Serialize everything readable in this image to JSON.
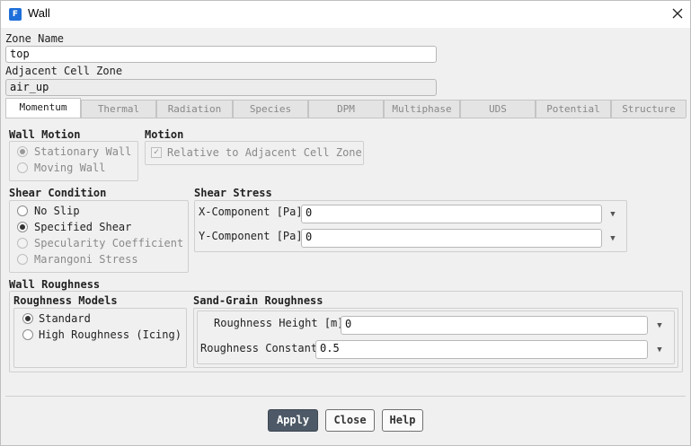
{
  "window": {
    "title": "Wall",
    "app_icon_letter": "F"
  },
  "zone_name": {
    "label": "Zone Name",
    "value": "top"
  },
  "adjacent_cell_zone": {
    "label": "Adjacent Cell Zone",
    "value": "air_up"
  },
  "tabs": [
    {
      "label": "Momentum",
      "active": true
    },
    {
      "label": "Thermal"
    },
    {
      "label": "Radiation"
    },
    {
      "label": "Species"
    },
    {
      "label": "DPM"
    },
    {
      "label": "Multiphase"
    },
    {
      "label": "UDS"
    },
    {
      "label": "Potential"
    },
    {
      "label": "Structure"
    }
  ],
  "wall_motion": {
    "title": "Wall Motion",
    "options": [
      {
        "label": "Stationary Wall",
        "selected": true
      },
      {
        "label": "Moving Wall",
        "selected": false
      }
    ]
  },
  "motion": {
    "title": "Motion",
    "relative_checkbox": {
      "label": "Relative to Adjacent Cell Zone",
      "checked": true
    }
  },
  "shear_condition": {
    "title": "Shear Condition",
    "options": [
      {
        "label": "No Slip",
        "selected": false
      },
      {
        "label": "Specified Shear",
        "selected": true
      },
      {
        "label": "Specularity Coefficient",
        "selected": false
      },
      {
        "label": "Marangoni Stress",
        "selected": false
      }
    ]
  },
  "shear_stress": {
    "title": "Shear Stress",
    "x": {
      "label": "X-Component [Pa]",
      "value": "0"
    },
    "y": {
      "label": "Y-Component [Pa]",
      "value": "0"
    }
  },
  "wall_roughness": {
    "title": "Wall Roughness",
    "models_title": "Roughness Models",
    "models": [
      {
        "label": "Standard",
        "selected": true
      },
      {
        "label": "High Roughness (Icing)",
        "selected": false
      }
    ],
    "sand_grain_title": "Sand-Grain Roughness",
    "height": {
      "label": "Roughness Height [m]",
      "value": "0"
    },
    "constant": {
      "label": "Roughness Constant",
      "value": "0.5"
    }
  },
  "buttons": {
    "apply": "Apply",
    "close": "Close",
    "help": "Help"
  },
  "icons": {
    "close": "close-icon",
    "dropdown": "chevron-down-icon",
    "app": "fluent-app-icon"
  },
  "colors": {
    "primary_button": "#4d5966",
    "window_bg": "#f0f0f0",
    "app_icon": "#1e6fd9"
  }
}
